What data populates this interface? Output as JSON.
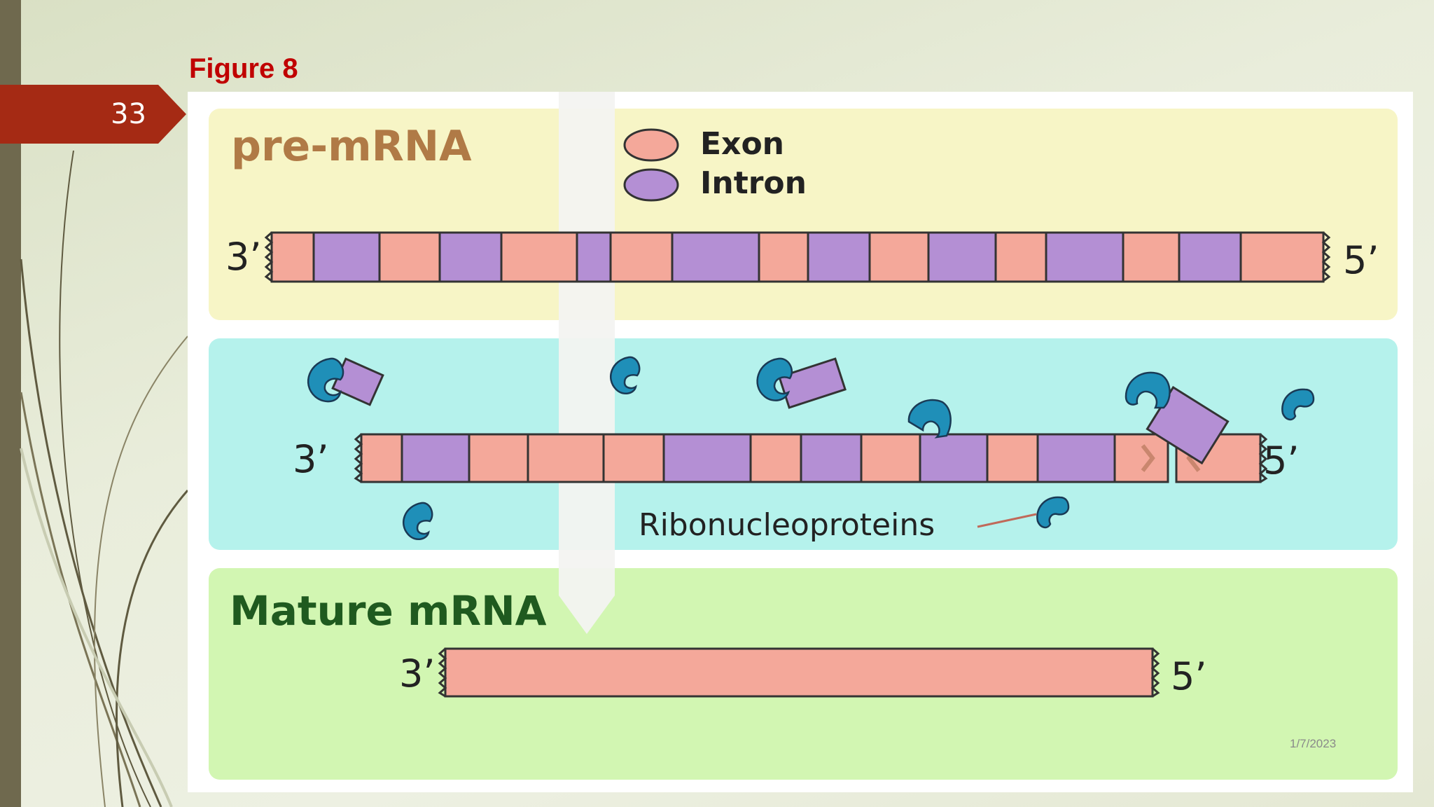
{
  "slide": {
    "page_number": "33",
    "figure_label": "Figure 8",
    "date": "1/7/2023"
  },
  "diagram": {
    "premrna_title": "pre-mRNA",
    "legend_exon": "Exon",
    "legend_intron": "Intron",
    "row1_left_end": "3’",
    "row1_right_end": "5’",
    "row2_left_end": "3’",
    "row2_right_end": "5’",
    "rnp_label": "Ribonucleoproteins",
    "mature_title": "Mature mRNA",
    "row3_left_end": "3’",
    "row3_right_end": "5’"
  },
  "colors": {
    "exon": "#f4a89a",
    "intron": "#b48fd4",
    "rnp": "#1f8fb8",
    "premrna_bg": "#f7f5c6",
    "splicing_bg": "#b5f2ec",
    "mature_bg": "#d2f6b2",
    "accent_red": "#c00000",
    "tab_red": "#a52a14"
  }
}
